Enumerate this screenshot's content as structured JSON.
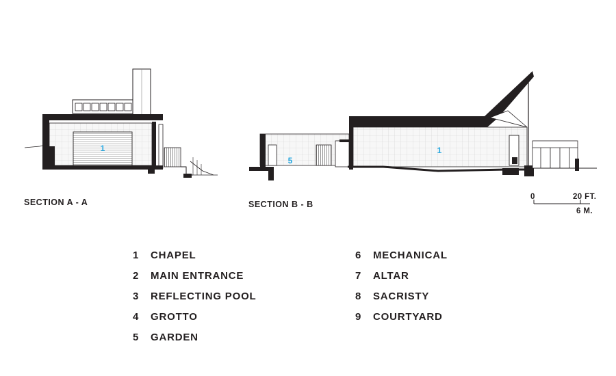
{
  "sections": [
    {
      "title": "SECTION A - A",
      "room_tag": "1"
    },
    {
      "title": "SECTION B - B",
      "room_tags": [
        "5",
        "1"
      ]
    }
  ],
  "scale_bar": {
    "zero": "0",
    "feet": "20 FT.",
    "meters": "6 M."
  },
  "legend": {
    "left": [
      {
        "num": "1",
        "label": "CHAPEL"
      },
      {
        "num": "2",
        "label": "MAIN ENTRANCE"
      },
      {
        "num": "3",
        "label": "REFLECTING POOL"
      },
      {
        "num": "4",
        "label": "GROTTO"
      },
      {
        "num": "5",
        "label": "GARDEN"
      }
    ],
    "right": [
      {
        "num": "6",
        "label": "MECHANICAL"
      },
      {
        "num": "7",
        "label": "ALTAR"
      },
      {
        "num": "8",
        "label": "SACRISTY"
      },
      {
        "num": "9",
        "label": "COURTYARD"
      }
    ]
  },
  "colors": {
    "ink": "#231f20",
    "accent": "#29a8e0",
    "wall_fill": "#f4f4f4",
    "grid": "#bfbfbf"
  }
}
